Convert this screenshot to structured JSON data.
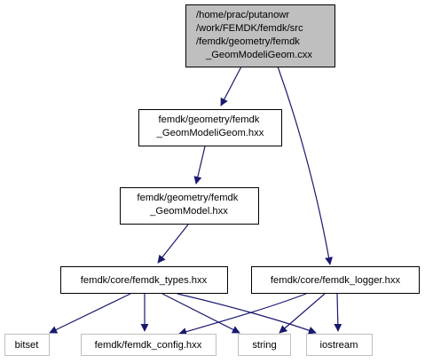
{
  "colors": {
    "edge": "#191970",
    "root_fill": "#bfbfbf",
    "root_border": "#000000",
    "node_fill": "#ffffff",
    "node_border": "#000000",
    "external_border": "#bfbfbf"
  },
  "nodes": {
    "root": [
      "/home/prac/putanowr",
      "/work/FEMDK/femdk/src",
      "/femdk/geometry/femdk",
      "_GeomModeliGeom.cxx"
    ],
    "modeligeom_hxx": [
      "femdk/geometry/femdk",
      "_GeomModeliGeom.hxx"
    ],
    "geommodel_hxx": [
      "femdk/geometry/femdk",
      "_GeomModel.hxx"
    ],
    "types_hxx": [
      "femdk/core/femdk_types.hxx"
    ],
    "logger_hxx": [
      "femdk/core/femdk_logger.hxx"
    ],
    "bitset": [
      "bitset"
    ],
    "config_hxx": [
      "femdk/femdk_config.hxx"
    ],
    "string": [
      "string"
    ],
    "iostream": [
      "iostream"
    ]
  }
}
